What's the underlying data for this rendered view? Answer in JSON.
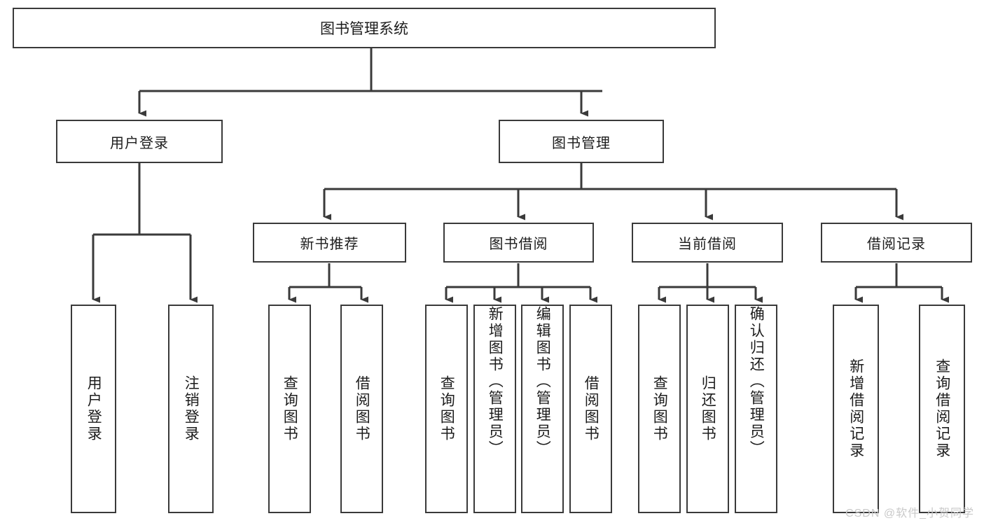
{
  "diagram": {
    "title": "图书管理系统",
    "root": {
      "label": "图书管理系统"
    },
    "level2": [
      {
        "label": "用户登录"
      },
      {
        "label": "图书管理"
      }
    ],
    "level3": [
      {
        "label": "新书推荐"
      },
      {
        "label": "图书借阅"
      },
      {
        "label": "当前借阅"
      },
      {
        "label": "借阅记录"
      }
    ],
    "leaves": {
      "user_login": [
        {
          "label": "用户登录"
        },
        {
          "label": "注销登录"
        }
      ],
      "new_book": [
        {
          "label": "查询图书"
        },
        {
          "label": "借阅图书"
        }
      ],
      "book_borrow": [
        {
          "label": "查询图书"
        },
        {
          "label": "新增图书（管理员）"
        },
        {
          "label": "编辑图书（管理员）"
        },
        {
          "label": "借阅图书"
        }
      ],
      "current_borrow": [
        {
          "label": "查询图书"
        },
        {
          "label": "归还图书"
        },
        {
          "label": "确认归还（管理员）"
        }
      ],
      "borrow_record": [
        {
          "label": "新增借阅记录"
        },
        {
          "label": "查询借阅记录"
        }
      ]
    }
  },
  "watermark": {
    "text": "CSDN @软件_小贺同学"
  },
  "colors": {
    "stroke": "#3a3a3a",
    "text": "#1c1c1c",
    "background": "#ffffff",
    "watermark": "#c9c9c9"
  }
}
